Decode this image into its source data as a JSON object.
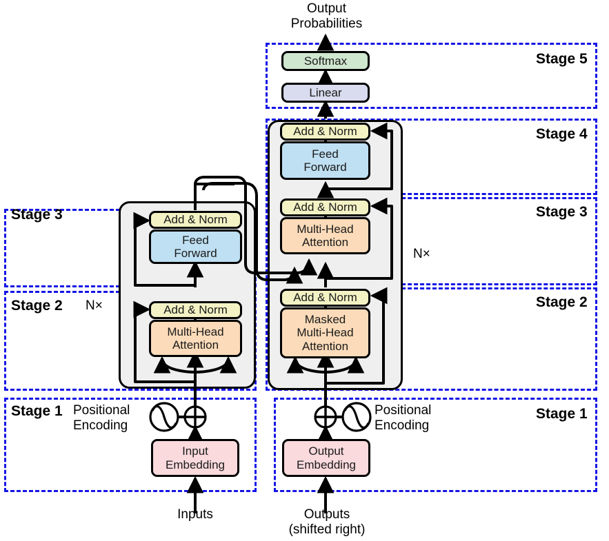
{
  "diagram": {
    "title": "Transformer architecture annotated with pipeline stages",
    "colors": {
      "stage_border": "#1414e6",
      "add_norm": "#f2f2c4",
      "feed_forward": "#bfe0f2",
      "attention": "#fbdbb9",
      "embedding": "#fadadd",
      "softmax": "#cfe6cf",
      "linear": "#d9dcee",
      "stack_bg": "#efefef",
      "stroke": "#000000"
    }
  },
  "stages": {
    "encoder": [
      {
        "label": "Stage 3"
      },
      {
        "label": "Stage 2"
      },
      {
        "label": "Stage 1"
      }
    ],
    "decoder": [
      {
        "label": "Stage 5"
      },
      {
        "label": "Stage 4"
      },
      {
        "label": "Stage 3"
      },
      {
        "label": "Stage 2"
      },
      {
        "label": "Stage 1"
      }
    ]
  },
  "repeat": {
    "encoder_nx": "N×",
    "decoder_nx": "N×"
  },
  "encoder": {
    "add_norm_top": "Add & Norm",
    "feed_forward": "Feed\nForward",
    "add_norm_bottom": "Add & Norm",
    "attention": "Multi-Head\nAttention",
    "positional_encoding": "Positional\nEncoding",
    "embedding": "Input\nEmbedding",
    "input_label": "Inputs"
  },
  "decoder": {
    "softmax": "Softmax",
    "linear": "Linear",
    "add_norm_ff": "Add & Norm",
    "feed_forward": "Feed\nForward",
    "add_norm_cross": "Add & Norm",
    "cross_attention": "Multi-Head\nAttention",
    "add_norm_masked": "Add & Norm",
    "masked_attention": "Masked\nMulti-Head\nAttention",
    "positional_encoding": "Positional\nEncoding",
    "embedding": "Output\nEmbedding",
    "input_label": "Outputs\n(shifted right)",
    "output_label": "Output\nProbabilities"
  }
}
